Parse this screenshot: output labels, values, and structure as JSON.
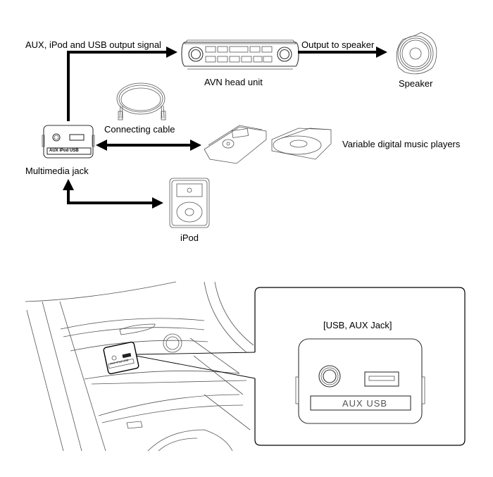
{
  "diagram": {
    "title": "AVN multimedia jack signal flow",
    "labels": {
      "output_signal": "AUX, iPod and USB output signal",
      "head_unit": "AVN head unit",
      "output_to_speaker": "Output to speaker",
      "speaker": "Speaker",
      "connecting_cable": "Connecting cable",
      "multimedia_jack": "Multimedia jack",
      "digital_players": "Variable digital music players",
      "ipod": "iPod",
      "detail_title": "[USB, AUX Jack]"
    },
    "jack_small_label": "AUX  iPod  USB",
    "jack_detail_label": "AUX  USB",
    "console_jack_label": "AUX iPod USB",
    "connections": [
      {
        "from": "Multimedia jack",
        "to": "AVN head unit",
        "direction": "one-way"
      },
      {
        "from": "AVN head unit",
        "to": "Speaker",
        "direction": "one-way"
      },
      {
        "from": "Multimedia jack",
        "to": "Variable digital music players",
        "direction": "two-way"
      },
      {
        "from": "Multimedia jack",
        "to": "iPod",
        "direction": "two-way"
      }
    ]
  }
}
